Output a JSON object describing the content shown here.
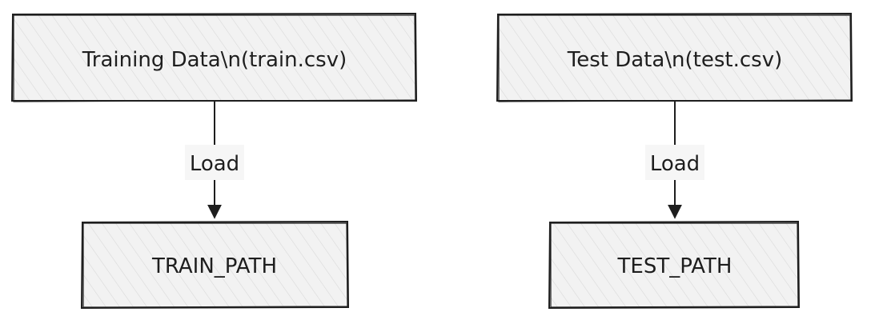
{
  "diagram": {
    "colors": {
      "stroke": "#1e1e1e",
      "fill": "#f2f2f2",
      "hatch": "#d8d8d8",
      "label_bg": "#f6f6f6",
      "background": "#ffffff"
    },
    "nodes": {
      "training_data": {
        "label": "Training Data\\n(train.csv)"
      },
      "test_data": {
        "label": "Test Data\\n(test.csv)"
      },
      "train_path": {
        "label": "TRAIN_PATH"
      },
      "test_path": {
        "label": "TEST_PATH"
      }
    },
    "edges": {
      "train_load": {
        "from": "training_data",
        "to": "train_path",
        "label": "Load"
      },
      "test_load": {
        "from": "test_data",
        "to": "test_path",
        "label": "Load"
      }
    }
  }
}
